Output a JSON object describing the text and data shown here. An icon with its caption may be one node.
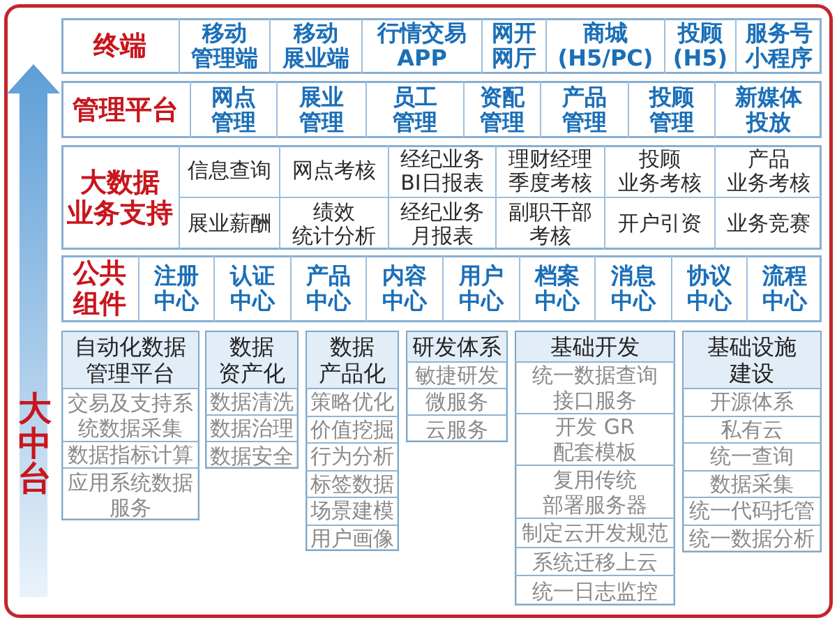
{
  "diagram": {
    "nodes": [
      {
        "text": [
          "大中台"
        ]
      },
      {
        "text": [
          "终端"
        ],
        "in": 0
      },
      {
        "text": [
          "移动管理端"
        ],
        "in": 1
      },
      {
        "text": [
          "移动展业端"
        ],
        "in": 1
      },
      {
        "text": [
          "行情交易APP"
        ],
        "in": 1
      },
      {
        "text": [
          "网开网厅"
        ],
        "in": 1
      },
      {
        "text": [
          "商城(H5/PC)"
        ],
        "in": 1
      },
      {
        "text": [
          "投顾(H5)"
        ],
        "in": 1
      },
      {
        "text": [
          "服务号小程序"
        ],
        "in": 1
      },
      {
        "text": [
          "管理平台"
        ],
        "in": 0
      },
      {
        "text": [
          "网点管理"
        ],
        "in": 9
      },
      {
        "text": [
          "展业管理"
        ],
        "in": 9
      },
      {
        "text": [
          "员工管理"
        ],
        "in": 9
      },
      {
        "text": [
          "资配管理"
        ],
        "in": 9
      },
      {
        "text": [
          "产品管理"
        ],
        "in": 9
      },
      {
        "text": [
          "投顾管理"
        ],
        "in": 9
      },
      {
        "text": [
          "新媒体投放"
        ],
        "in": 9
      },
      {
        "text": [
          "大数据业务支持"
        ],
        "in": 0
      },
      {
        "text": [
          "信息查询"
        ],
        "in": 17
      },
      {
        "text": [
          "网点考核"
        ],
        "in": 17
      },
      {
        "text": [
          "经纪业务BI日报表"
        ],
        "in": 17
      },
      {
        "text": [
          "理财经理季度考核"
        ],
        "in": 17
      },
      {
        "text": [
          "投顾业务考核"
        ],
        "in": 17
      },
      {
        "text": [
          "产品业务考核"
        ],
        "in": 17
      },
      {
        "text": [
          "展业薪酬"
        ],
        "in": 17
      },
      {
        "text": [
          "绩效统计分析"
        ],
        "in": 17
      },
      {
        "text": [
          "经纪业务月报表"
        ],
        "in": 17
      },
      {
        "text": [
          "副职干部考核"
        ],
        "in": 17
      },
      {
        "text": [
          "开户引资"
        ],
        "in": 17
      },
      {
        "text": [
          "业务竞赛"
        ],
        "in": 17
      },
      {
        "text": [
          "公共组件"
        ],
        "in": 0
      },
      {
        "text": [
          "注册中心"
        ],
        "in": 30
      },
      {
        "text": [
          "认证中心"
        ],
        "in": 30
      },
      {
        "text": [
          "产品中心"
        ],
        "in": 30
      },
      {
        "text": [
          "内容中心"
        ],
        "in": 30
      },
      {
        "text": [
          "用户中心"
        ],
        "in": 30
      },
      {
        "text": [
          "档案中心"
        ],
        "in": 30
      },
      {
        "text": [
          "消息中心"
        ],
        "in": 30
      },
      {
        "text": [
          "协议中心"
        ],
        "in": 30
      },
      {
        "text": [
          "流程中心"
        ],
        "in": 30
      },
      {
        "text": [
          "自动化数据管理平台"
        ],
        "in": 0
      },
      {
        "text": [
          "交易及支持系统数据采集"
        ],
        "in": 40
      },
      {
        "text": [
          "数据指标计算"
        ],
        "in": 40
      },
      {
        "text": [
          "应用系统数据服务"
        ],
        "in": 40
      },
      {
        "text": [
          "数据资产化"
        ],
        "in": 0
      },
      {
        "text": [
          "数据清洗"
        ],
        "in": 44
      },
      {
        "text": [
          "数据治理"
        ],
        "in": 44
      },
      {
        "text": [
          "数据安全"
        ],
        "in": 44
      },
      {
        "text": [
          "数据产品化"
        ],
        "in": 0
      },
      {
        "text": [
          "策略优化"
        ],
        "in": 48
      },
      {
        "text": [
          "价值挖掘"
        ],
        "in": 48
      },
      {
        "text": [
          "行为分析"
        ],
        "in": 48
      },
      {
        "text": [
          "标签数据"
        ],
        "in": 48
      },
      {
        "text": [
          "场景建模"
        ],
        "in": 48
      },
      {
        "text": [
          "用户画像"
        ],
        "in": 48
      },
      {
        "text": [
          "研发体系"
        ],
        "in": 0
      },
      {
        "text": [
          "敏捷研发"
        ],
        "in": 55
      },
      {
        "text": [
          "微服务"
        ],
        "in": 55
      },
      {
        "text": [
          "云服务"
        ],
        "in": 55
      },
      {
        "text": [
          "基础开发"
        ],
        "in": 0
      },
      {
        "text": [
          "统一数据查询接口服务"
        ],
        "in": 59
      },
      {
        "text": [
          "开发 GR配套模板"
        ],
        "in": 59
      },
      {
        "text": [
          "复用传统部署服务器"
        ],
        "in": 59
      },
      {
        "text": [
          "制定云开发规范"
        ],
        "in": 59
      },
      {
        "text": [
          "系统迁移上云"
        ],
        "in": 59
      },
      {
        "text": [
          "统一日志监控"
        ],
        "in": 59
      },
      {
        "text": [
          "基础设施建设"
        ],
        "in": 0
      },
      {
        "text": [
          "开源体系"
        ],
        "in": 66
      },
      {
        "text": [
          "私有云"
        ],
        "in": 66
      },
      {
        "text": [
          "统一查询"
        ],
        "in": 66
      },
      {
        "text": [
          "数据采集"
        ],
        "in": 66
      },
      {
        "text": [
          "统一代码托管"
        ],
        "in": 66
      },
      {
        "text": [
          "统一数据分析"
        ],
        "in": 66
      }
    ]
  }
}
